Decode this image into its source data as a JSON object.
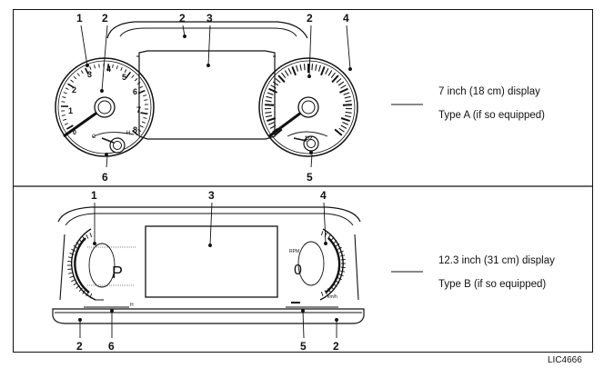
{
  "type_a": {
    "callouts": [
      "1",
      "2",
      "2",
      "3",
      "2",
      "4",
      "6",
      "5"
    ],
    "caption_line1": "7 inch (18 cm) display",
    "caption_line2": "Type A (if so equipped)",
    "tacho_labels": [
      "1",
      "2",
      "3",
      "4",
      "5",
      "6",
      "7",
      "8"
    ],
    "tacho_zero": "0",
    "fuel_c": "C",
    "fuel_h": "H",
    "right_fuel_label": "1/2"
  },
  "type_b": {
    "callouts": [
      "1",
      "3",
      "4",
      "2",
      "6",
      "5",
      "2"
    ],
    "caption_line1": "12.3 inch (31 cm) display",
    "caption_line2": "Type B (if so equipped)",
    "gear": "P",
    "speed": "0",
    "rpm_unit": "RPM",
    "speed_unit": "km/h",
    "h_mark": "H"
  },
  "figure_code": "LIC4666",
  "colors": {
    "line": "#111111",
    "background": "#ffffff"
  }
}
